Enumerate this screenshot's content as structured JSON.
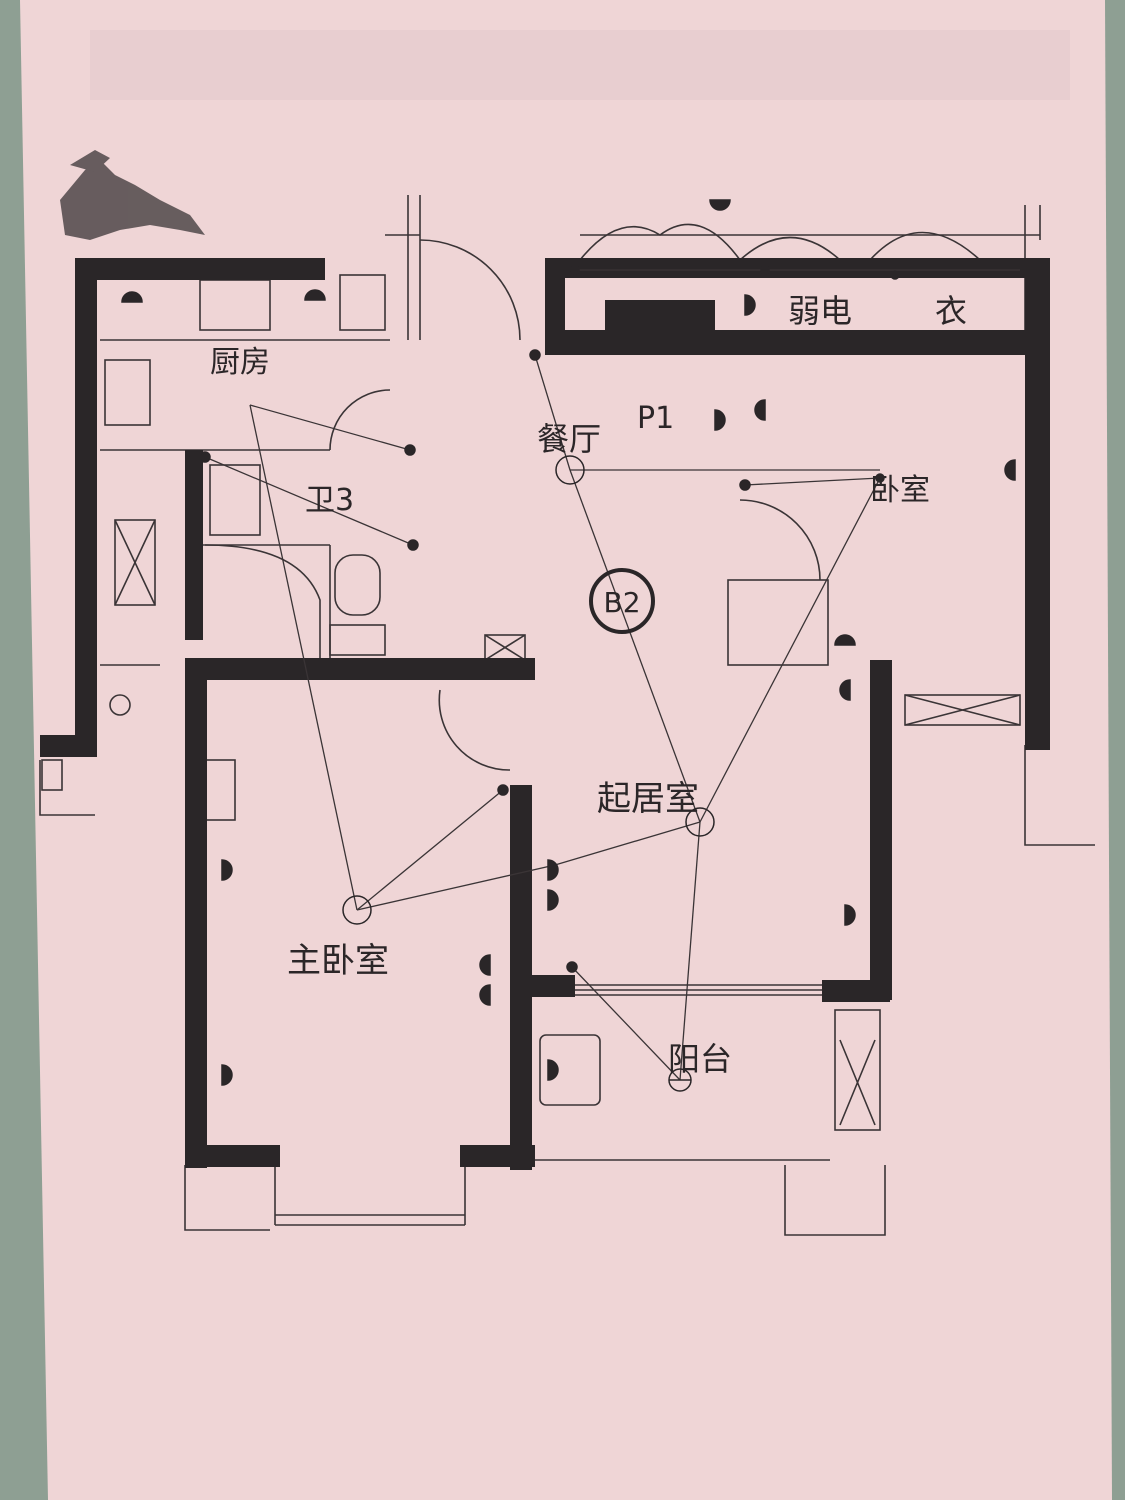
{
  "drawing": {
    "code": "B2",
    "rooms": {
      "kitchen": "厨房",
      "bath": "卫3",
      "dining": "餐厅",
      "bedroom": "卧室",
      "living": "起居室",
      "master": "主卧室",
      "balcony": "阳台",
      "weak_current": "弱电",
      "wardrobe": "衣",
      "panel": "P1"
    },
    "colors": {
      "paper": "#efd5d6",
      "wall": "#2a2628",
      "line": "#3a3436",
      "background": "#8e9f93"
    }
  }
}
